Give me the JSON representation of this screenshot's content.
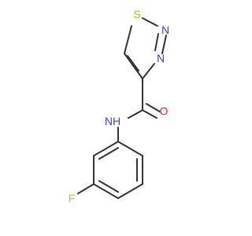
{
  "molecule": {
    "atoms": {
      "s1": {
        "label": "S",
        "color": "#c6b300"
      },
      "n2": {
        "label": "N",
        "color": "#3040ff"
      },
      "n3": {
        "label": "N",
        "color": "#3040ff"
      },
      "o": {
        "label": "O",
        "color": "#ff2020"
      },
      "nh": {
        "label": "NH",
        "color": "#3040ff"
      },
      "f": {
        "label": "F",
        "color": "#90d050"
      }
    },
    "bond_color": "#333333"
  }
}
